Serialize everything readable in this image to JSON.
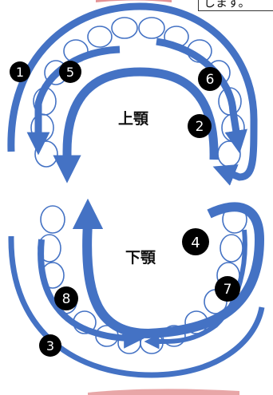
{
  "caption": "します。",
  "jaw_labels": {
    "upper": "上顎",
    "lower": "下顎"
  },
  "step_markers": [
    "1",
    "2",
    "3",
    "4",
    "5",
    "6",
    "7",
    "8"
  ],
  "colors": {
    "arrow": "#4472C4",
    "tooth_outline": "#4472C4",
    "marker": "#000000",
    "marker_text": "#ffffff",
    "accent_red": "#d24d50"
  }
}
